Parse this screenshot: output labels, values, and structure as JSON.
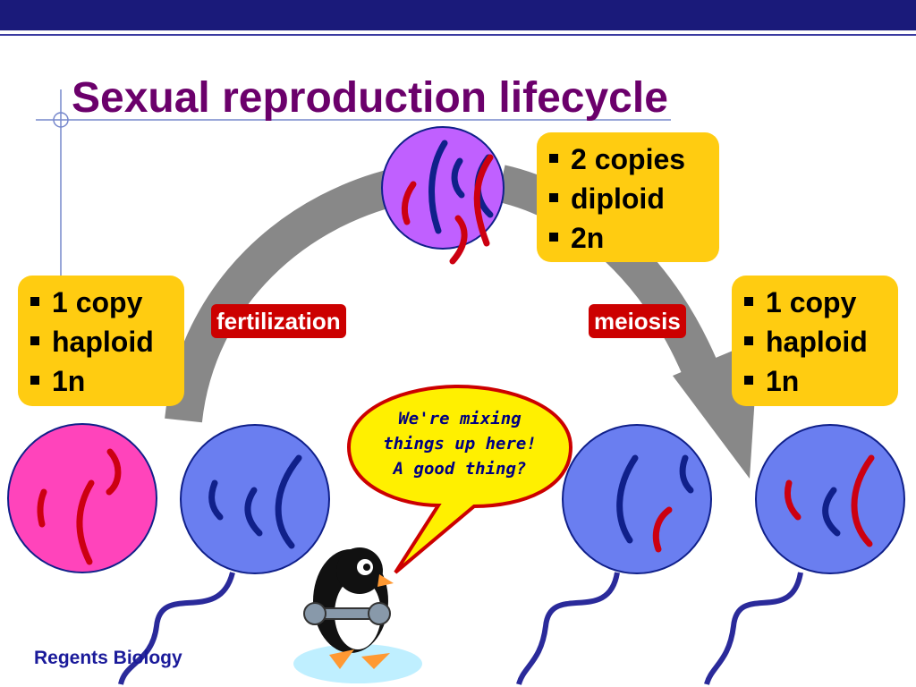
{
  "slide": {
    "title": "Sexual reproduction lifecycle",
    "footer": "Regents Biology"
  },
  "boxes": {
    "diploid": {
      "items": [
        "2 copies",
        "diploid",
        "2n"
      ]
    },
    "haploid_left": {
      "items": [
        "1 copy",
        "haploid",
        "1n"
      ]
    },
    "haploid_right": {
      "items": [
        "1 copy",
        "haploid",
        "1n"
      ]
    }
  },
  "labels": {
    "fertilization": "fertilization",
    "meiosis": "meiosis"
  },
  "speech_bubble": {
    "lines": [
      "We're mixing",
      "things up here!",
      "A good thing?"
    ]
  },
  "colors": {
    "title": "#6b006b",
    "box": "#ffcc11",
    "tag": "#cc0000",
    "zygote": "#c060ff",
    "egg": "#ff44bb",
    "sperm": "#6a7ef0",
    "chrom_blue": "#10208a",
    "chrom_red": "#cc0011",
    "arrow": "#888888"
  }
}
